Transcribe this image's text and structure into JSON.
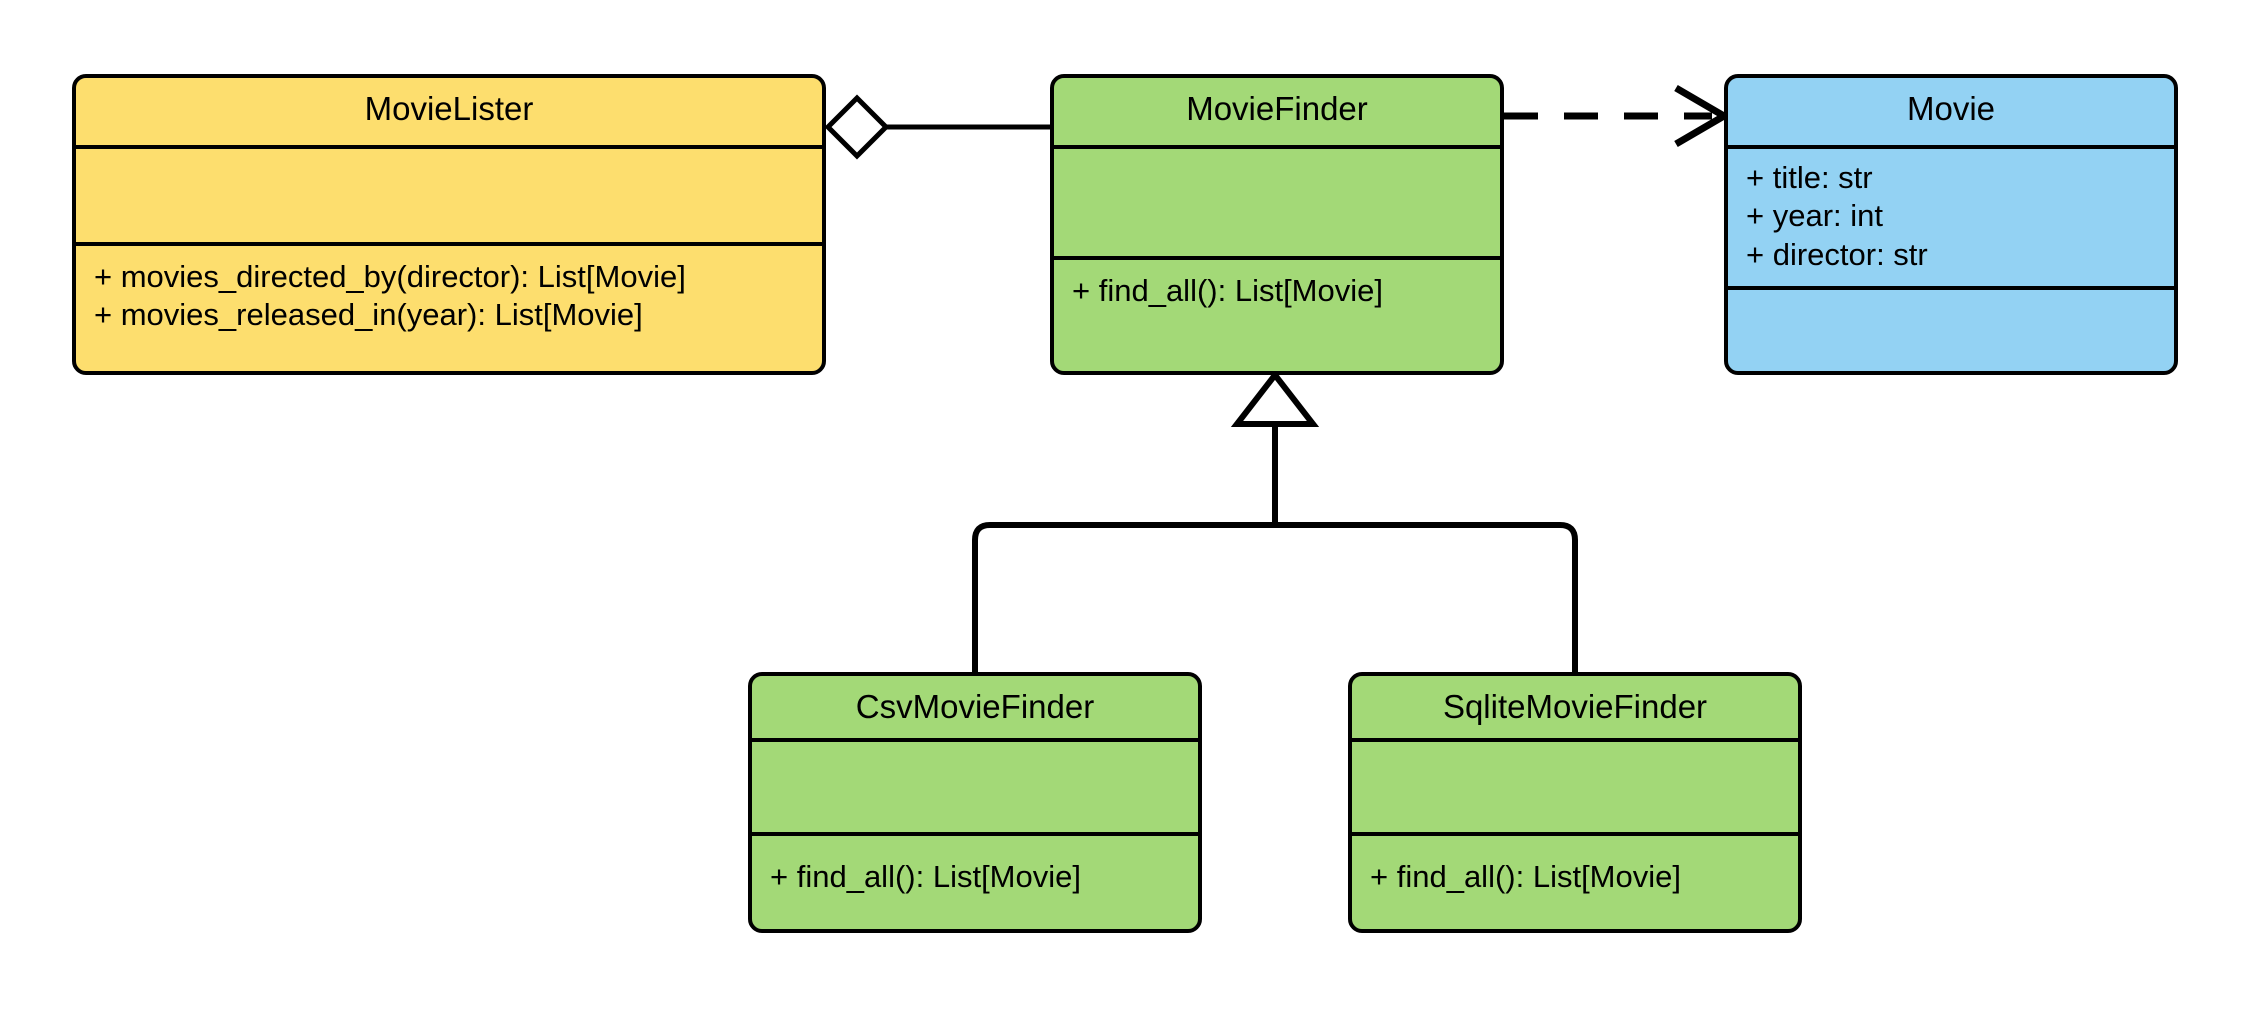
{
  "diagram": {
    "title": "MovieLister UML class diagram",
    "background": "#ffffff",
    "line_color": "#000000",
    "palette": {
      "yellow": "#FDDE6E",
      "green": "#A3D977",
      "blue": "#93D2F3",
      "stroke": "#000000",
      "fill_white": "#ffffff"
    }
  },
  "classes": {
    "movie_lister": {
      "name": "MovieLister",
      "fill": "#FDDE6E",
      "attributes": [],
      "methods": [
        "+ movies_directed_by(director): List[Movie]",
        "+ movies_released_in(year): List[Movie]"
      ]
    },
    "movie_finder": {
      "name": "MovieFinder",
      "fill": "#A3D977",
      "attributes": [],
      "methods": [
        "+ find_all(): List[Movie]"
      ]
    },
    "movie": {
      "name": "Movie",
      "fill": "#93D2F3",
      "attributes": [
        "+ title: str",
        "+ year: int",
        "+ director: str"
      ],
      "methods": []
    },
    "csv_movie_finder": {
      "name": "CsvMovieFinder",
      "fill": "#A3D977",
      "attributes": [],
      "methods": [
        "+ find_all(): List[Movie]"
      ]
    },
    "sqlite_movie_finder": {
      "name": "SqliteMovieFinder",
      "fill": "#A3D977",
      "attributes": [],
      "methods": [
        "+ find_all(): List[Movie]"
      ]
    }
  },
  "relationships": [
    {
      "id": "aggregation-lister-finder",
      "type": "aggregation",
      "from": "MovieLister",
      "to": "MovieFinder",
      "marker": "hollow-diamond",
      "style": "solid",
      "label": ""
    },
    {
      "id": "dependency-finder-movie",
      "type": "dependency",
      "from": "MovieFinder",
      "to": "Movie",
      "marker": "open-arrow",
      "style": "dashed",
      "label": ""
    },
    {
      "id": "inheritance-csv-finder",
      "type": "generalization",
      "from": "CsvMovieFinder",
      "to": "MovieFinder",
      "marker": "hollow-triangle",
      "style": "solid",
      "label": ""
    },
    {
      "id": "inheritance-sqlite-finder",
      "type": "generalization",
      "from": "SqliteMovieFinder",
      "to": "MovieFinder",
      "marker": "hollow-triangle",
      "style": "solid",
      "label": ""
    }
  ]
}
